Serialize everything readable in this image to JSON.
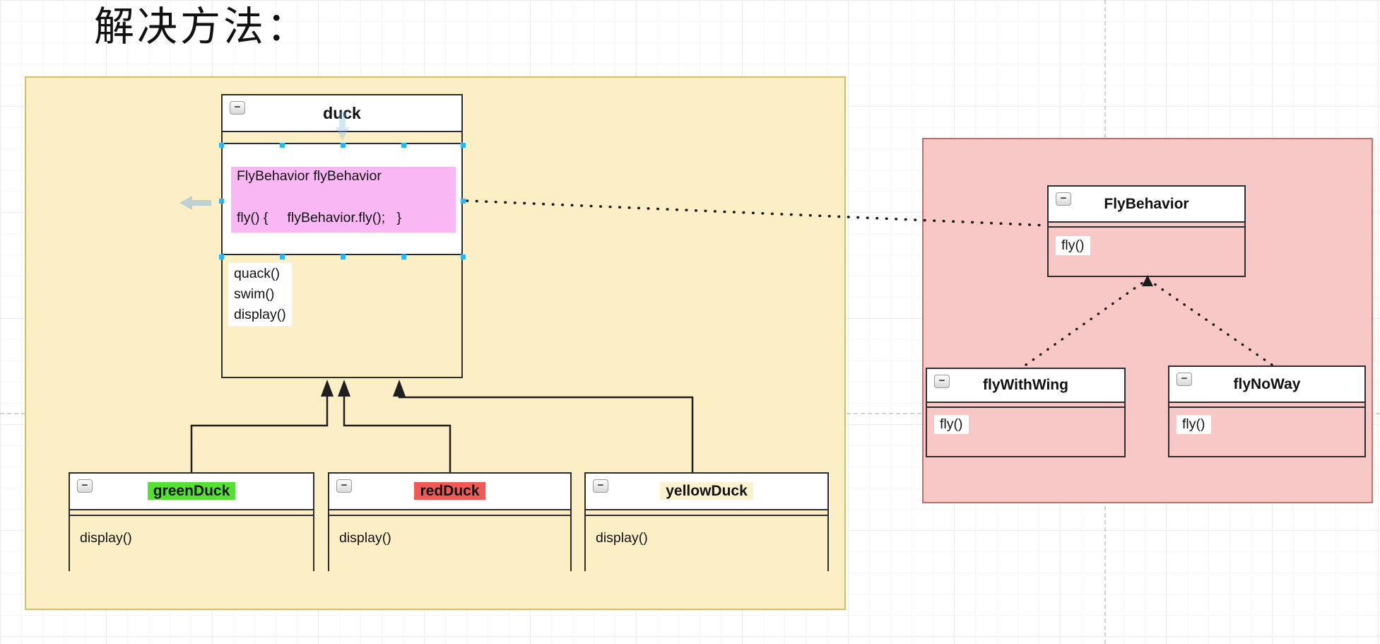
{
  "page": {
    "title": "解决方法："
  },
  "ui": {
    "collapse_glyph": "−",
    "handle_color": "#29b6f2",
    "nav_arrow_color": "#7fb2e0"
  },
  "colors": {
    "duck_group_fill": "#fceec5",
    "duck_group_border": "#d7bd6a",
    "fly_group_fill": "#f7c8c6",
    "fly_group_border": "#cf6b66",
    "class_border": "#2d2d2d",
    "attr_highlight": "#f9b7f3",
    "green_highlight": "#55e034",
    "red_highlight": "#ef5a57",
    "yellow_highlight": "#fdf2cf",
    "connector": "#1f1f1f"
  },
  "classes": {
    "duck": {
      "title": "duck",
      "attrs": [
        "FlyBehavior flyBehavior",
        "fly() {     flyBehavior.fly();   }"
      ],
      "methods": [
        "quack()",
        "swim()",
        "display()"
      ]
    },
    "greenDuck": {
      "title": "greenDuck",
      "methods": [
        "display()"
      ]
    },
    "redDuck": {
      "title": "redDuck",
      "methods": [
        "display()"
      ]
    },
    "yellowDuck": {
      "title": "yellowDuck",
      "methods": [
        "display()"
      ]
    },
    "flyBehavior": {
      "title": "FlyBehavior",
      "methods": [
        "fly()"
      ]
    },
    "flyWithWing": {
      "title": "flyWithWing",
      "methods": [
        "fly()"
      ]
    },
    "flyNoWay": {
      "title": "flyNoWay",
      "methods": [
        "fly()"
      ]
    }
  }
}
